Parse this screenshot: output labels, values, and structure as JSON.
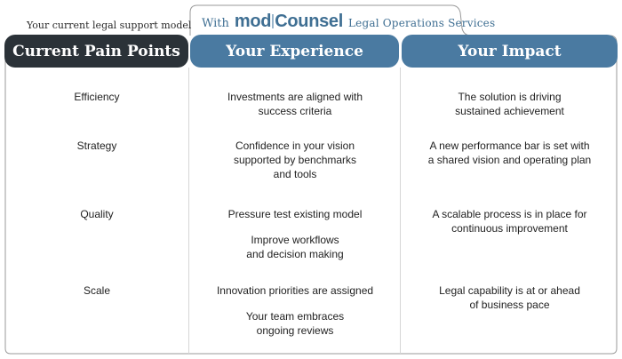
{
  "caption": {
    "left": "Your current legal support model",
    "with": "With",
    "brand_mod": "mod",
    "brand_counsel": "Counsel",
    "brand_tail": "Legal Operations Services"
  },
  "headers": [
    "Current Pain Points",
    "Your Experience",
    "Your Impact"
  ],
  "rows": [
    {
      "pain": "Efficiency",
      "experience": [
        "Investments are aligned with\nsuccess criteria"
      ],
      "impact": "The solution is driving\nsustained achievement"
    },
    {
      "pain": "Strategy",
      "experience": [
        "Confidence in your vision\nsupported by benchmarks\nand tools"
      ],
      "impact": "A new performance bar is set with\na shared vision and operating plan"
    },
    {
      "pain": "Quality",
      "experience": [
        "Pressure test existing model",
        "Improve workflows\nand decision making"
      ],
      "impact": "A scalable process is in place for\ncontinuous improvement"
    },
    {
      "pain": "Scale",
      "experience": [
        "Innovation priorities are assigned",
        "Your team embraces\nongoing reviews"
      ],
      "impact": "Legal capability is at or ahead\nof business pace"
    }
  ],
  "colors": {
    "dark_header": "#2b3238",
    "blue_header": "#4a7aa1",
    "brand_blue": "#3f6f93"
  }
}
